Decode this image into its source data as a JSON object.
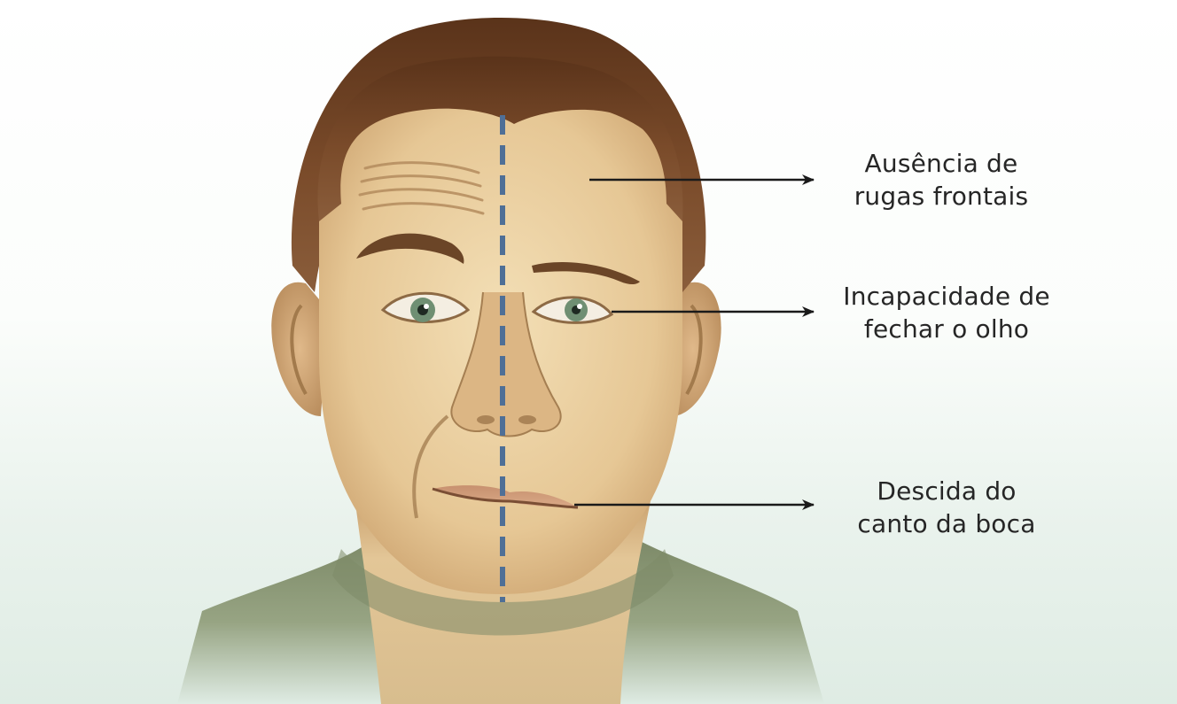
{
  "callouts": {
    "forehead": {
      "line1": "Ausência de",
      "line2": "rugas frontais"
    },
    "eye": {
      "line1": "Incapacidade de",
      "line2": "fechar o olho"
    },
    "mouth": {
      "line1": "Descida do",
      "line2": "canto da boca"
    }
  },
  "colors": {
    "midline": "#4f6f96",
    "arrow": "#1a1a1a",
    "skin": "#e8cc9c",
    "hair": "#6e4426",
    "shirt": "#8f9b78",
    "iris": "#6f8f73"
  }
}
